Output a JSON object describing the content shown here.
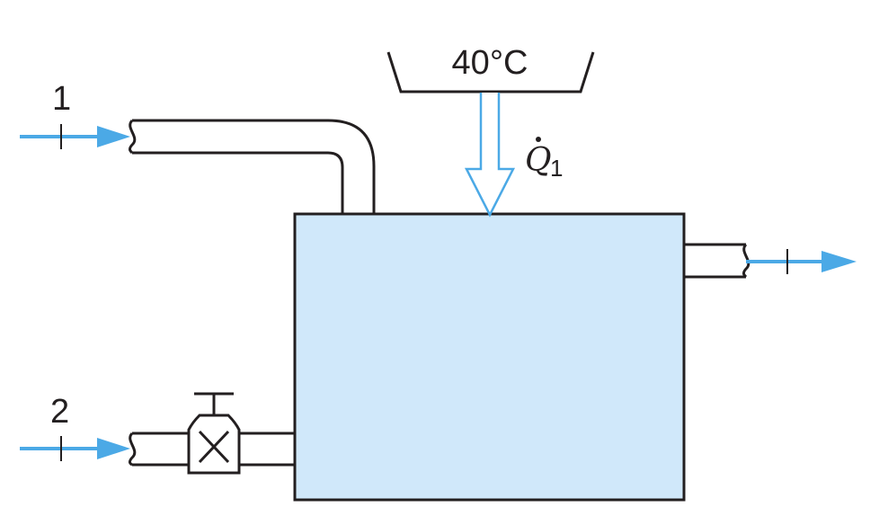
{
  "labels": {
    "inlet_1": "1",
    "inlet_2": "2",
    "source_temperature": "40°C",
    "heat_symbol": "Q",
    "heat_subscript": "1"
  },
  "colors": {
    "tank_fill": "#d0e8fa",
    "flow_arrow": "#4ba9e6",
    "outline": "#231f20"
  },
  "icons": {
    "valve": "gate-valve-icon",
    "heat_arrow": "hollow-down-arrow-icon"
  }
}
